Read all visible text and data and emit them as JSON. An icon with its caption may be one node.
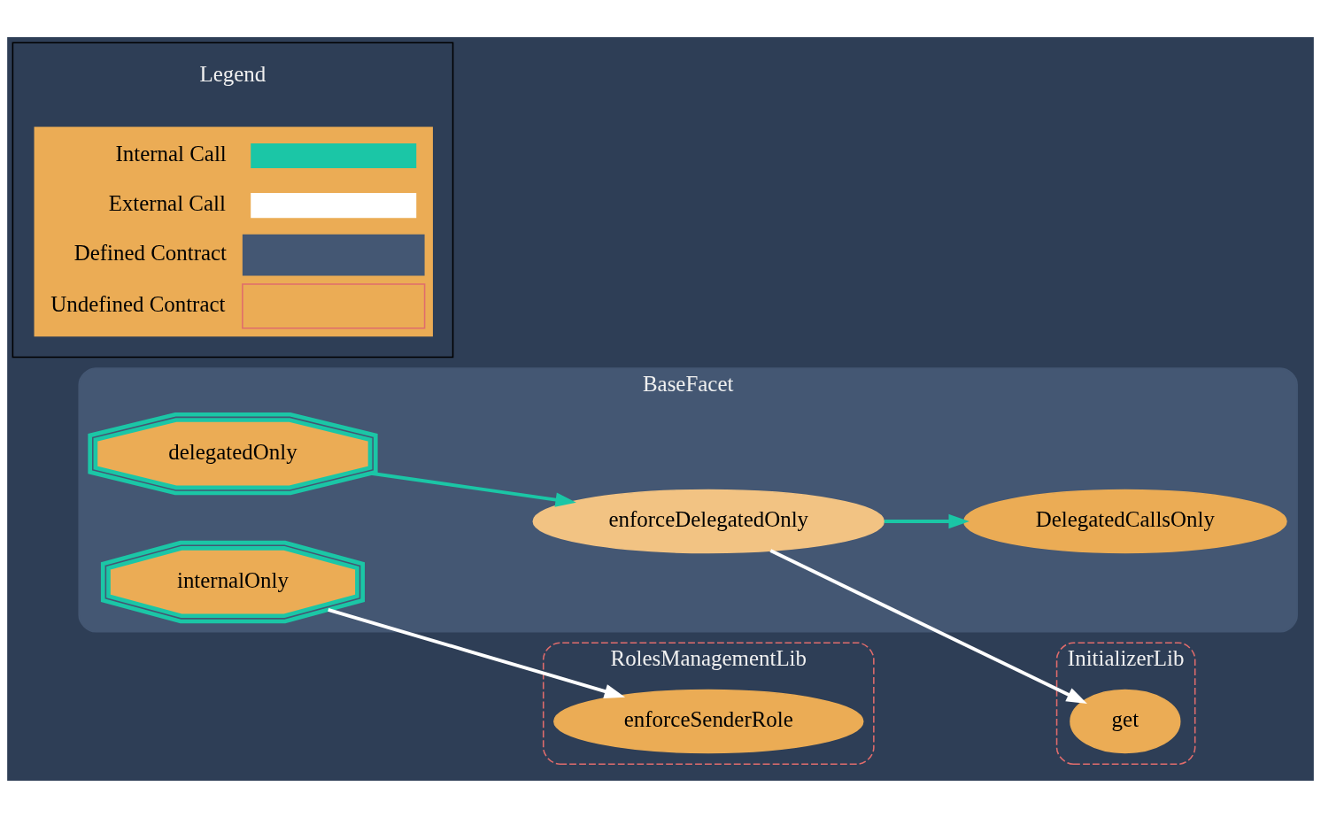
{
  "diagram": {
    "nodes": [
      {
        "text": [
          "BaseFacet"
        ]
      },
      {
        "text": [
          "delegatedOnly"
        ],
        "in": 0
      },
      {
        "text": [
          "internalOnly"
        ],
        "in": 0
      },
      {
        "text": [
          "enforceDelegatedOnly"
        ],
        "in": 0
      },
      {
        "text": [
          "DelegatedCallsOnly"
        ],
        "in": 0
      },
      {
        "text": [
          "RolesManagementLib"
        ]
      },
      {
        "text": [
          "enforceSenderRole"
        ],
        "in": 5
      },
      {
        "text": [
          "InitializerLib"
        ]
      },
      {
        "text": [
          "get"
        ],
        "in": 7
      }
    ],
    "edges": [
      {
        "from": 1,
        "to": 3,
        "arrow": "to",
        "color": "#1bc6a6"
      },
      {
        "from": 3,
        "to": 4,
        "arrow": "to",
        "color": "#1bc6a6"
      },
      {
        "from": 2,
        "to": 6,
        "arrow": "to",
        "color": "#ffffff"
      },
      {
        "from": 3,
        "to": 8,
        "arrow": "to",
        "color": "#ffffff"
      }
    ],
    "labels": [
      "Legend"
    ],
    "legend": [
      {
        "text": "Internal Call"
      },
      {
        "text": "External Call"
      },
      {
        "text": "Defined Contract",
        "color": "#445773"
      },
      {
        "text": "Undefined Contract"
      }
    ]
  }
}
